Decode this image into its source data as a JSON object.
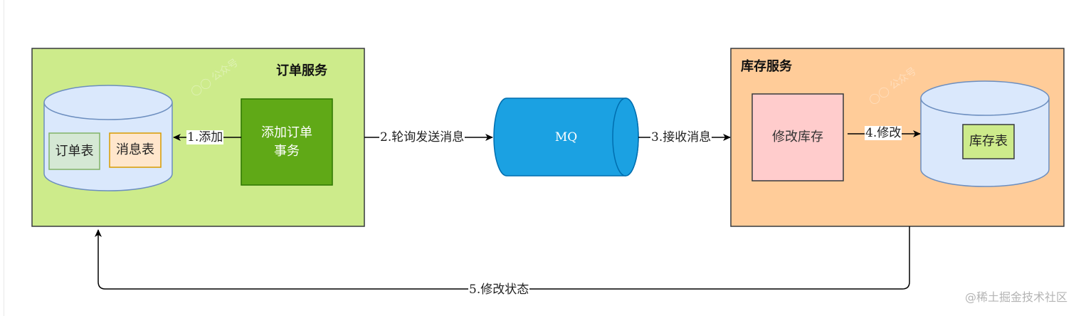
{
  "diagram": {
    "order_service": {
      "title": "订单服务",
      "fill": "#cdeb8b",
      "database": {
        "fill": "#dae8fc",
        "stroke": "#6c8ebf",
        "tables": [
          {
            "label": "订单表",
            "fill": "#d5e8d4",
            "stroke": "#82b366"
          },
          {
            "label": "消息表",
            "fill": "#ffe6cc",
            "stroke": "#d79b00"
          }
        ]
      },
      "transaction_box": {
        "label_line1": "添加订单",
        "label_line2": "事务",
        "fill": "#60a917"
      }
    },
    "mq": {
      "label": "MQ",
      "fill": "#1ba1e2",
      "stroke": "#006eaf"
    },
    "inventory_service": {
      "title": "库存服务",
      "fill": "#ffcc99",
      "modify_box": {
        "label": "修改库存",
        "fill": "#ffcccc"
      },
      "database": {
        "fill": "#dae8fc",
        "stroke": "#6c8ebf",
        "tables": [
          {
            "label": "库存表",
            "fill": "#cdeb8b",
            "stroke": "#36393d"
          }
        ]
      }
    },
    "edges": [
      {
        "id": "step1",
        "label": "1.添加",
        "from": "添加订单事务",
        "to": "订单数据库"
      },
      {
        "id": "step2",
        "label": "2.轮询发送消息",
        "from": "订单服务",
        "to": "MQ"
      },
      {
        "id": "step3",
        "label": "3.接收消息",
        "from": "MQ",
        "to": "库存服务"
      },
      {
        "id": "step4",
        "label": "4.修改",
        "from": "修改库存",
        "to": "库存数据库"
      },
      {
        "id": "step5",
        "label": "5.修改状态",
        "from": "库存服务",
        "to": "订单服务"
      }
    ]
  },
  "watermark": "@稀土掘金技术社区"
}
